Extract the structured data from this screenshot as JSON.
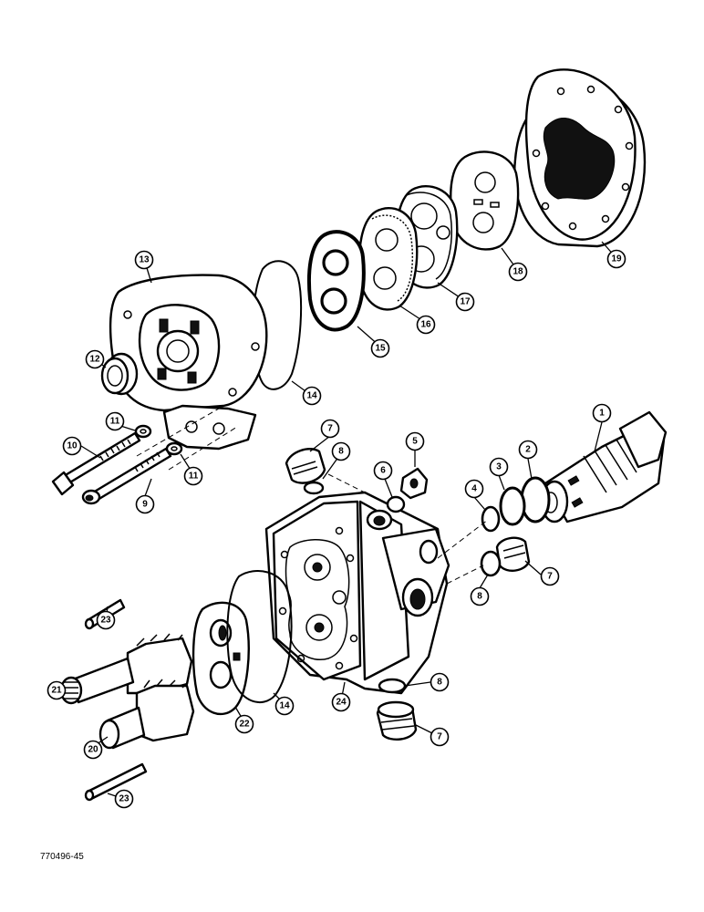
{
  "drawing_number": "770496-45",
  "callouts": [
    {
      "id": "c1",
      "label": "1"
    },
    {
      "id": "c2",
      "label": "2"
    },
    {
      "id": "c3",
      "label": "3"
    },
    {
      "id": "c4",
      "label": "4"
    },
    {
      "id": "c5",
      "label": "5"
    },
    {
      "id": "c6",
      "label": "6"
    },
    {
      "id": "c7a",
      "label": "7"
    },
    {
      "id": "c7b",
      "label": "7"
    },
    {
      "id": "c7c",
      "label": "7"
    },
    {
      "id": "c8a",
      "label": "8"
    },
    {
      "id": "c8b",
      "label": "8"
    },
    {
      "id": "c8c",
      "label": "8"
    },
    {
      "id": "c9",
      "label": "9"
    },
    {
      "id": "c10",
      "label": "10"
    },
    {
      "id": "c11a",
      "label": "11"
    },
    {
      "id": "c11b",
      "label": "11"
    },
    {
      "id": "c12",
      "label": "12"
    },
    {
      "id": "c13",
      "label": "13"
    },
    {
      "id": "c14a",
      "label": "14"
    },
    {
      "id": "c14b",
      "label": "14"
    },
    {
      "id": "c15",
      "label": "15"
    },
    {
      "id": "c16",
      "label": "16"
    },
    {
      "id": "c17",
      "label": "17"
    },
    {
      "id": "c18",
      "label": "18"
    },
    {
      "id": "c19",
      "label": "19"
    },
    {
      "id": "c20",
      "label": "20"
    },
    {
      "id": "c21",
      "label": "21"
    },
    {
      "id": "c22",
      "label": "22"
    },
    {
      "id": "c23a",
      "label": "23"
    },
    {
      "id": "c23b",
      "label": "23"
    },
    {
      "id": "c24",
      "label": "24"
    }
  ]
}
